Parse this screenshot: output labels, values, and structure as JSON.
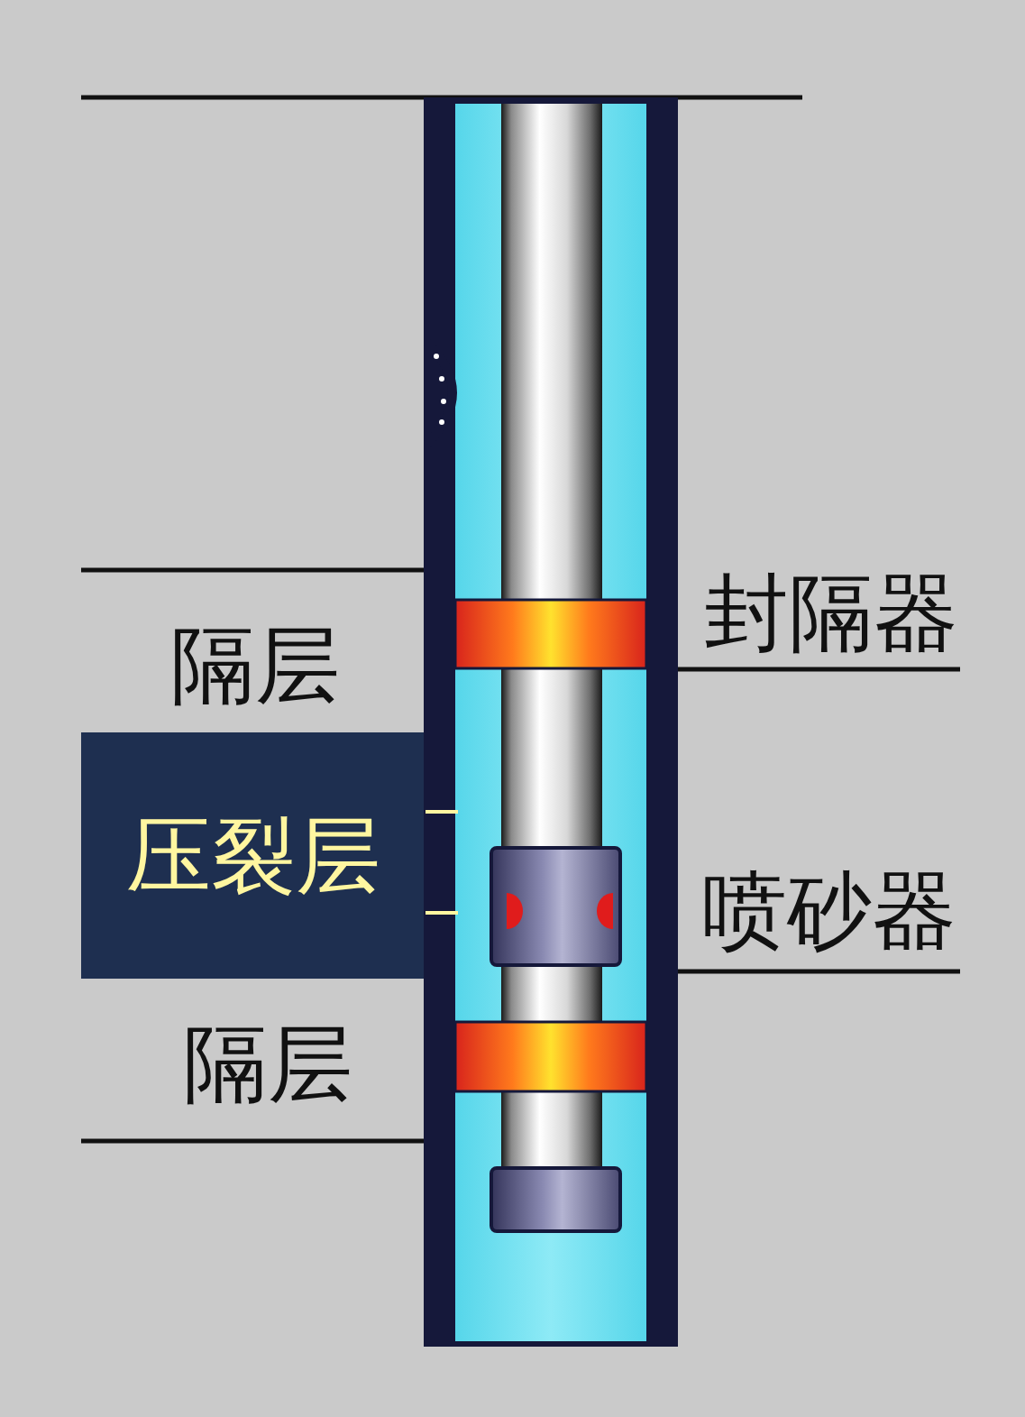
{
  "diagram": {
    "nodes": [
      {
        "text": [
          "压裂层"
        ]
      }
    ],
    "labels": [
      "封隔器",
      "隔层",
      "喷砂器",
      "隔层"
    ]
  }
}
